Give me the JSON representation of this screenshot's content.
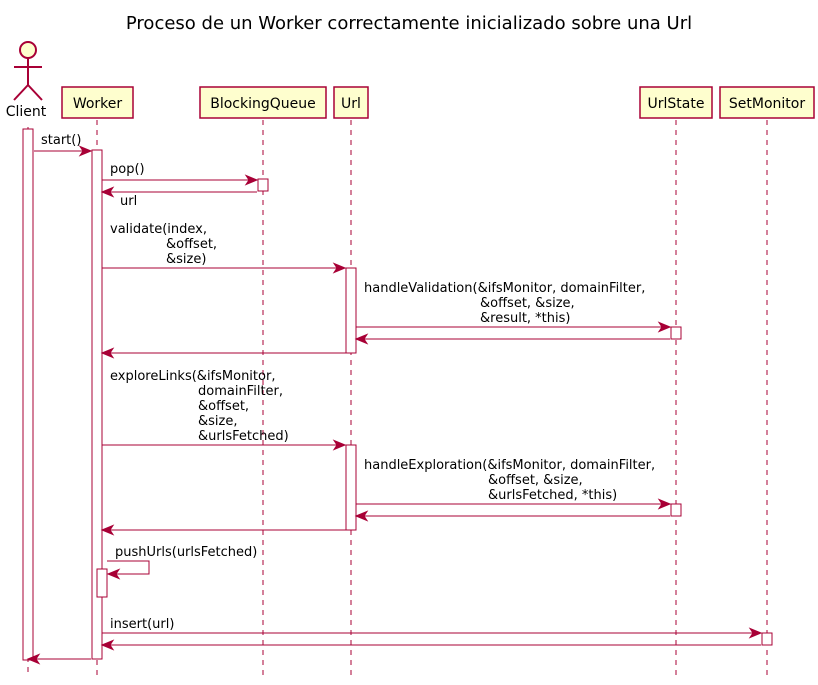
{
  "title": "Proceso de un Worker correctamente inicializado sobre una Url",
  "colors": {
    "participant_fill": "#fefece",
    "border": "#a80036",
    "line": "#a80036",
    "activation_fill": "#ffffff",
    "text": "#000000"
  },
  "actor": {
    "label": "Client",
    "icon": "stick-figure-actor-icon"
  },
  "participants": [
    {
      "id": "worker",
      "label": "Worker"
    },
    {
      "id": "blockingqueue",
      "label": "BlockingQueue"
    },
    {
      "id": "url",
      "label": "Url"
    },
    {
      "id": "urlstate",
      "label": "UrlState"
    },
    {
      "id": "setmonitor",
      "label": "SetMonitor"
    }
  ],
  "messages": [
    {
      "id": "start",
      "from": "client",
      "to": "worker",
      "kind": "call",
      "lines": [
        "start()"
      ]
    },
    {
      "id": "pop",
      "from": "worker",
      "to": "blockingqueue",
      "kind": "call",
      "lines": [
        "pop()"
      ]
    },
    {
      "id": "pop-return",
      "from": "blockingqueue",
      "to": "worker",
      "kind": "return",
      "lines": [
        "url"
      ]
    },
    {
      "id": "validate",
      "from": "worker",
      "to": "url",
      "kind": "call",
      "lines": [
        "validate(index,",
        "&offset,",
        "&size)"
      ]
    },
    {
      "id": "handle-validation",
      "from": "url",
      "to": "urlstate",
      "kind": "call",
      "lines": [
        "handleValidation(&ifsMonitor, domainFilter,",
        "&offset, &size,",
        "&result, *this)"
      ]
    },
    {
      "id": "handle-validation-return",
      "from": "urlstate",
      "to": "url",
      "kind": "return",
      "lines": []
    },
    {
      "id": "validate-return",
      "from": "url",
      "to": "worker",
      "kind": "return",
      "lines": []
    },
    {
      "id": "explore-links",
      "from": "worker",
      "to": "url",
      "kind": "call",
      "lines": [
        "exploreLinks(&ifsMonitor,",
        "domainFilter,",
        "&offset,",
        "&size,",
        "&urlsFetched)"
      ]
    },
    {
      "id": "handle-exploration",
      "from": "url",
      "to": "urlstate",
      "kind": "call",
      "lines": [
        "handleExploration(&ifsMonitor, domainFilter,",
        "&offset, &size,",
        "&urlsFetched, *this)"
      ]
    },
    {
      "id": "handle-exploration-return",
      "from": "urlstate",
      "to": "url",
      "kind": "return",
      "lines": []
    },
    {
      "id": "explore-links-return",
      "from": "url",
      "to": "worker",
      "kind": "return",
      "lines": []
    },
    {
      "id": "push-urls",
      "from": "worker",
      "to": "worker",
      "kind": "self",
      "lines": [
        "pushUrls(urlsFetched)"
      ]
    },
    {
      "id": "insert",
      "from": "worker",
      "to": "setmonitor",
      "kind": "call",
      "lines": [
        "insert(url)"
      ]
    },
    {
      "id": "insert-return",
      "from": "setmonitor",
      "to": "worker",
      "kind": "return",
      "lines": []
    },
    {
      "id": "start-return",
      "from": "worker",
      "to": "client",
      "kind": "return",
      "lines": []
    }
  ]
}
